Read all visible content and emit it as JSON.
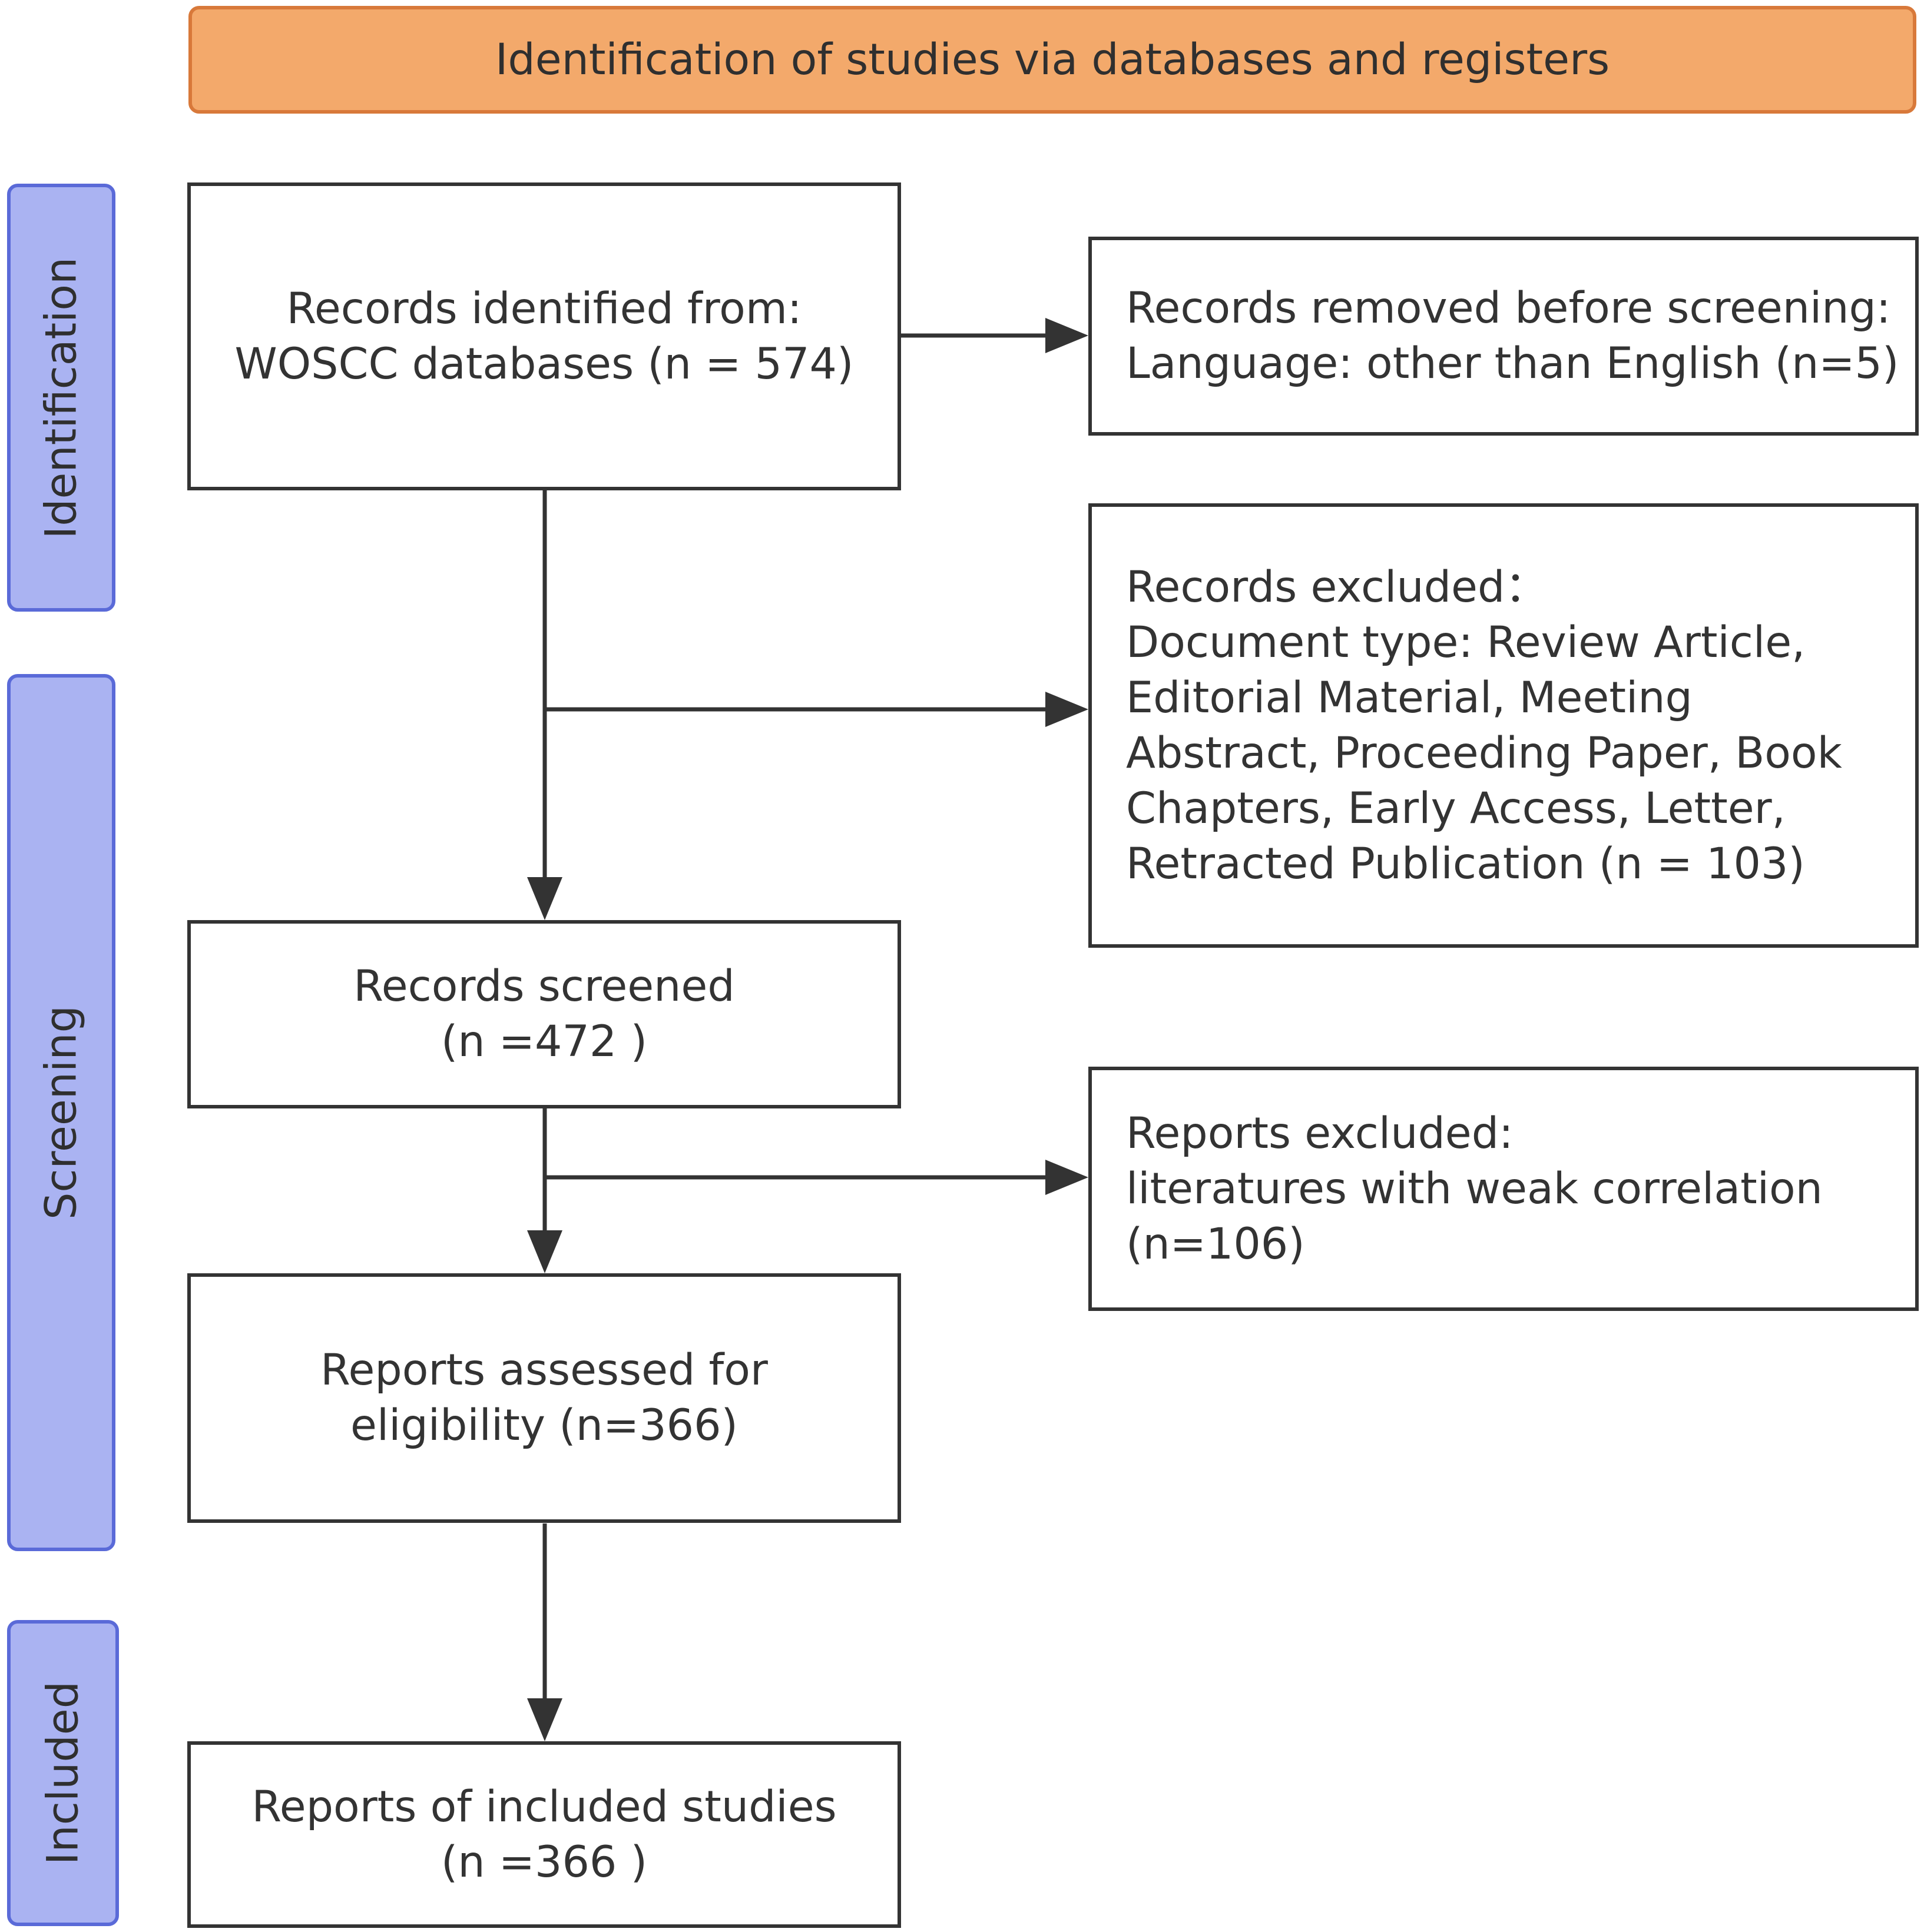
{
  "colors": {
    "banner_fill": "#f3a96b",
    "banner_border": "#d8793a",
    "stage_fill": "#aab3f2",
    "stage_border": "#5a6ad8",
    "box_border": "#333333",
    "arrow": "#333333"
  },
  "banner": {
    "text": "Identification of studies via databases and registers"
  },
  "stages": [
    {
      "label": "Identification"
    },
    {
      "label": "Screening"
    },
    {
      "label": "Included"
    }
  ],
  "boxes": {
    "identified": "Records identified from:\nWOSCC databases (n = 574)",
    "removed": "Records removed before screening:\nLanguage: other than English (n=5)",
    "excluded_records": "Records excluded：\nDocument type: Review Article,\nEditorial Material, Meeting\nAbstract, Proceeding Paper, Book\nChapters, Early Access, Letter,\nRetracted Publication (n = 103)",
    "screened": "Records screened\n(n =472 )",
    "reports_excluded": "Reports excluded:\nliteratures with weak correlation\n(n=106)",
    "assessed": "Reports assessed for\neligibility (n=366)",
    "included": "Reports of included studies\n(n =366 )"
  }
}
